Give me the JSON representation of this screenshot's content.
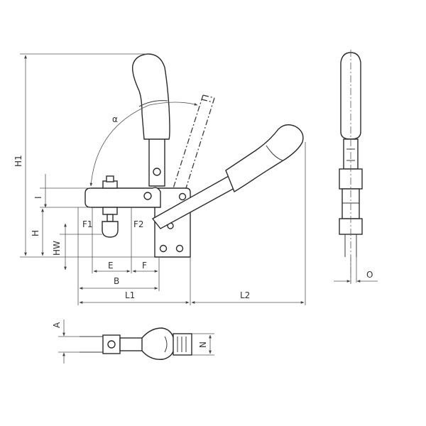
{
  "labels": {
    "H1": "H1",
    "I": "I",
    "H": "H",
    "HW": "HW",
    "F1": "F1",
    "F2": "F2",
    "E": "E",
    "F": "F",
    "B": "B",
    "L1": "L1",
    "L2": "L2",
    "alpha": "α",
    "O": "O",
    "A": "A",
    "N": "N"
  },
  "colors": {
    "line": "#3a3a3a",
    "background": "#ffffff"
  }
}
